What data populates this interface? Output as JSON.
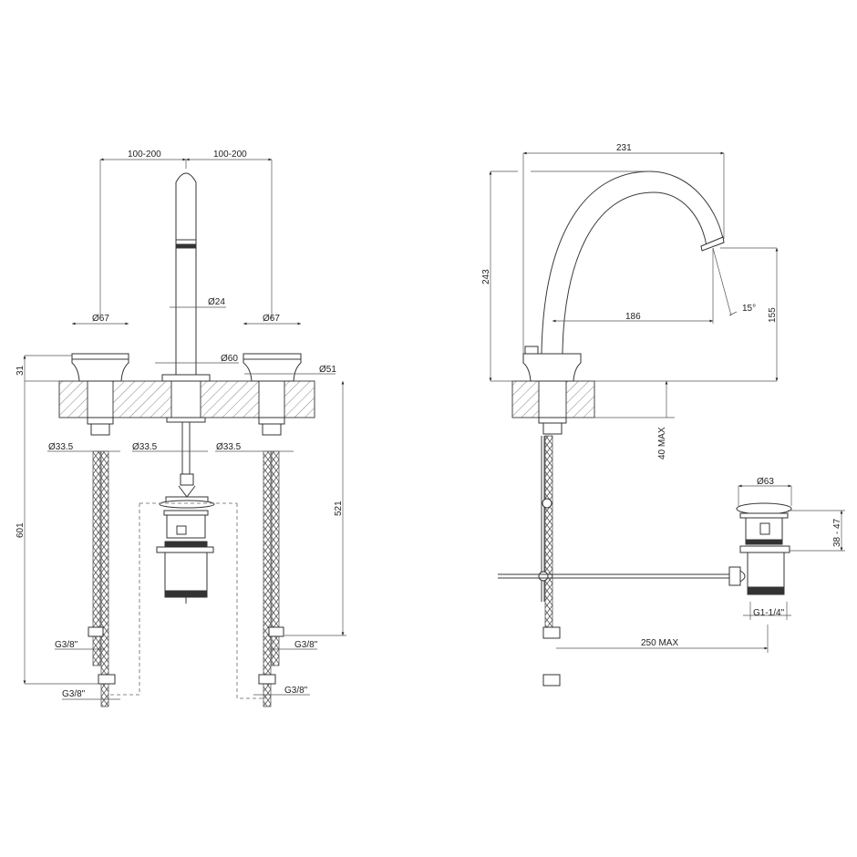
{
  "drawing": {
    "front_view": {
      "spacing_left": "100-200",
      "spacing_right": "100-200",
      "spout_diameter": "Ø24",
      "handle_left_diameter": "Ø67",
      "handle_right_diameter": "Ø67",
      "spout_base_diameter": "Ø60",
      "handle_base_diameter": "Ø51",
      "handle_height": "31",
      "shank_left_diameter": "Ø33.5",
      "shank_center_diameter": "Ø33.5",
      "shank_right_diameter": "Ø33.5",
      "total_length": "601",
      "hose_length": "521",
      "conn_left_upper": "G3/8\"",
      "conn_left_lower": "G3/8\"",
      "conn_right_upper": "G3/8\"",
      "conn_right_lower": "G3/8\""
    },
    "side_view": {
      "spout_reach": "231",
      "spout_height": "243",
      "spout_projection": "186",
      "outlet_height": "155",
      "flow_angle": "15°",
      "deck_thickness": "40 MAX",
      "waste_diameter": "Ø63",
      "waste_height": "38 - 47",
      "waste_thread": "G1-1/4\"",
      "rod_length": "250 MAX"
    }
  }
}
